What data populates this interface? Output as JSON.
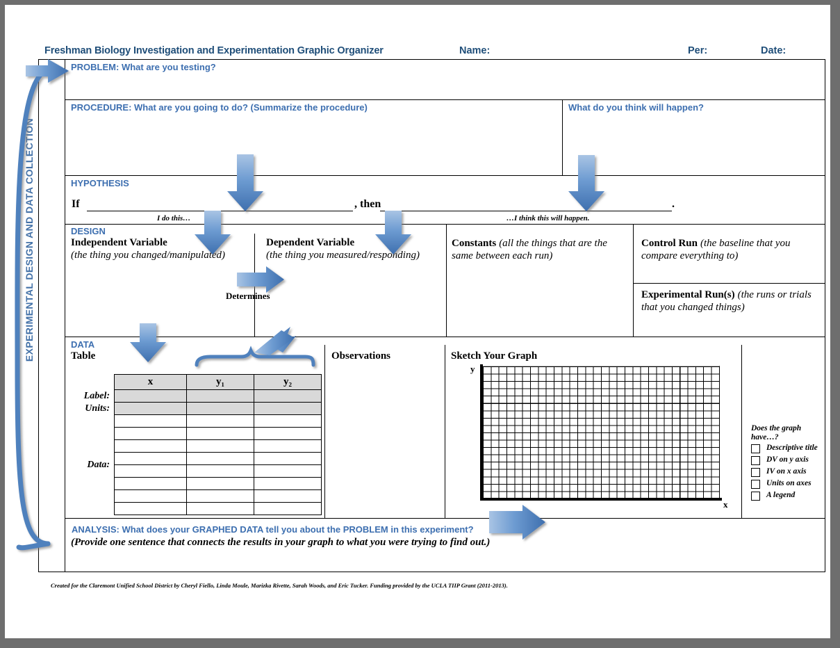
{
  "header": {
    "title": "Freshman Biology Investigation and Experimentation Graphic Organizer",
    "name_label": "Name:",
    "per_label": "Per:",
    "date_label": "Date:"
  },
  "spine": {
    "label": "EXPERIMENTAL DESIGN AND DATA COLLECTION"
  },
  "sections": {
    "problem": {
      "heading": "PROBLEM: What are you testing?"
    },
    "procedure": {
      "heading": "PROCEDURE: What are you going to do? (Summarize the procedure)"
    },
    "predict": {
      "heading": "What do you think will happen?"
    },
    "hypothesis": {
      "heading": "HYPOTHESIS",
      "if_word": "If",
      "then_word": ", then",
      "period": ".",
      "left_caption": "I do this…",
      "right_caption": "…I think this will happen."
    },
    "design": {
      "heading": "DESIGN",
      "independent_title": "Independent Variable",
      "independent_sub": "(the thing you changed/manipulated)",
      "dependent_title": "Dependent Variable",
      "dependent_sub": "(the thing you measured/responding)",
      "determines_label": "Determines",
      "constants_title": "Constants",
      "constants_sub": "(all the things that are the same between each run)",
      "control_title": "Control Run",
      "control_sub": "(the baseline that you compare everything to)",
      "experimental_title": "Experimental Run(s)",
      "experimental_sub": "(the runs or trials that you changed things)"
    },
    "data": {
      "heading": "DATA",
      "table_label": "Table",
      "observations_label": "Observations",
      "sketch_label": "Sketch Your Graph"
    },
    "analysis": {
      "heading": "ANALYSIS: What does your GRAPHED DATA tell you about the PROBLEM in this experiment?",
      "subtext": "(Provide one sentence that connects the results in your graph to what you were trying to find out.)"
    }
  },
  "table": {
    "columns": [
      "x",
      "y₁",
      "y₂"
    ],
    "row_labels": [
      "Label:",
      "Units:",
      "Data:"
    ],
    "data_rows": 8
  },
  "graph": {
    "y_axis_label": "y",
    "x_axis_label": "x"
  },
  "checklist": {
    "title": "Does the graph have…?",
    "items": [
      "Descriptive title",
      "DV on y axis",
      "IV on x axis",
      "Units on axes",
      "A legend"
    ]
  },
  "footer": {
    "credit": "Created for the Claremont Unified School District by Cheryl Fiello, Linda Moule, Marizka Rivette, Sarah Woods, and Eric Tucker.  Funding provided by the UCLA TIIP Grant (2011-2013)."
  },
  "colors": {
    "heading_blue": "#3d6fb0",
    "title_blue": "#1f4e79",
    "spine_blue": "#4472a8",
    "arrow_fill": "#5b8fc9",
    "shade_gray": "#d9d9d9"
  }
}
